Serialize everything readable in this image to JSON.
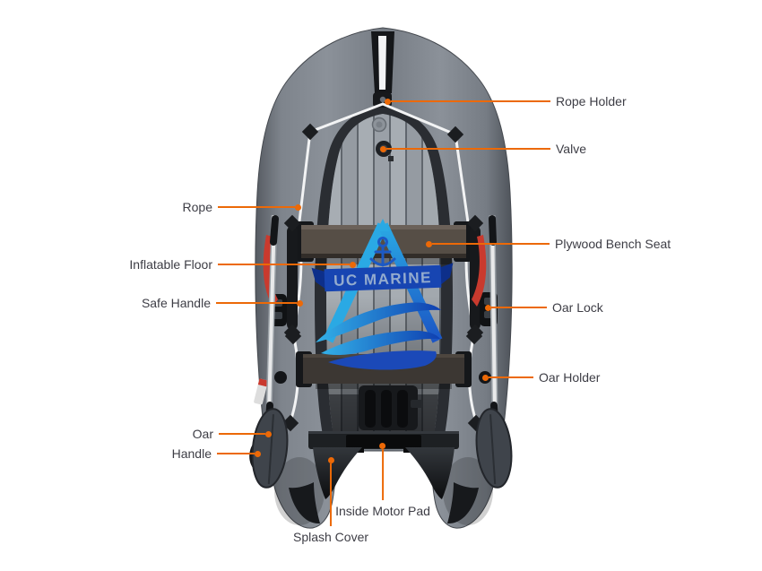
{
  "figure": {
    "logo_text": "UC MARINE",
    "accent_color": "#EC6907",
    "text_color": "#3D3D45",
    "labels": [
      {
        "id": "rope-holder",
        "text": "Rope Holder",
        "side": "right"
      },
      {
        "id": "valve",
        "text": "Valve",
        "side": "right"
      },
      {
        "id": "rope",
        "text": "Rope",
        "side": "left"
      },
      {
        "id": "plywood-bench-seat",
        "text": "Plywood Bench Seat",
        "side": "right"
      },
      {
        "id": "inflatable-floor",
        "text": "Inflatable Floor",
        "side": "left"
      },
      {
        "id": "safe-handle",
        "text": "Safe Handle",
        "side": "left"
      },
      {
        "id": "oar-lock",
        "text": "Oar Lock",
        "side": "right"
      },
      {
        "id": "oar-holder",
        "text": "Oar Holder",
        "side": "right"
      },
      {
        "id": "oar",
        "text": "Oar",
        "side": "left"
      },
      {
        "id": "handle",
        "text": "Handle",
        "side": "left"
      },
      {
        "id": "inside-motor-pad",
        "text": "Inside Motor Pad",
        "side": "bottom"
      },
      {
        "id": "splash-cover",
        "text": "Splash Cover",
        "side": "bottom"
      }
    ]
  }
}
